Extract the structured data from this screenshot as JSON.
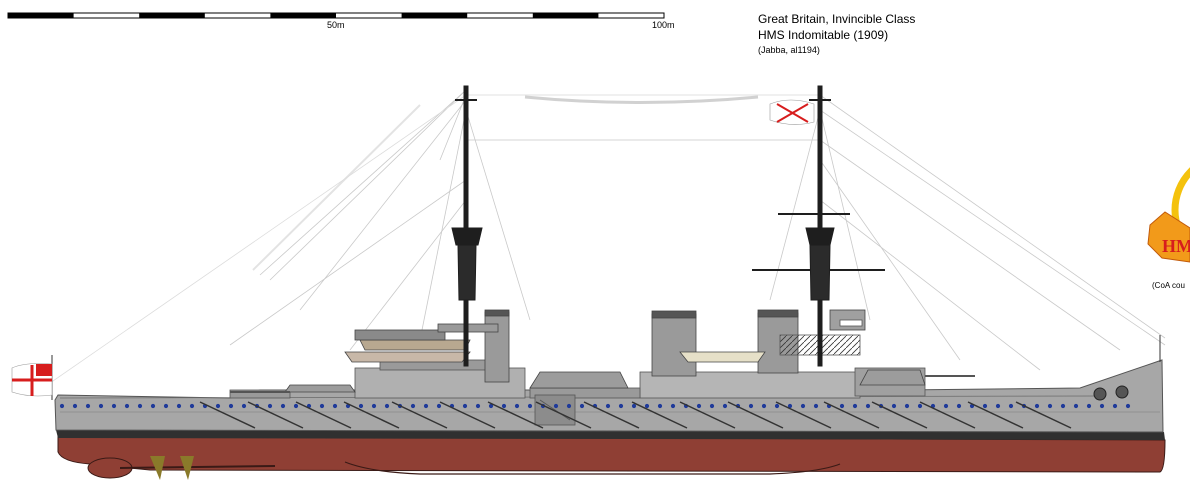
{
  "scale_bar": {
    "label_mid": "50m",
    "label_end": "100m"
  },
  "caption": {
    "line1": "Great Britain, Invincible Class",
    "line2": "HMS Indomitable (1909)",
    "line3": "(Jabba, al1194)"
  },
  "crest": {
    "credit": "(CoA cou",
    "ribbon_text": "HM"
  },
  "colors": {
    "hull_grey": "#a7a7a7",
    "dark_grey": "#5e5e5e",
    "boot_topping": "#303030",
    "underwater_red": "#8f3f34",
    "mast_black": "#1e1e1e",
    "porthole_blue": "#1f3a9a",
    "ensign_red": "#d71d1d",
    "crest_yellow": "#f4c20d",
    "crest_ribbon": "#f29a1a",
    "propeller_gold": "#8a7a2a"
  }
}
